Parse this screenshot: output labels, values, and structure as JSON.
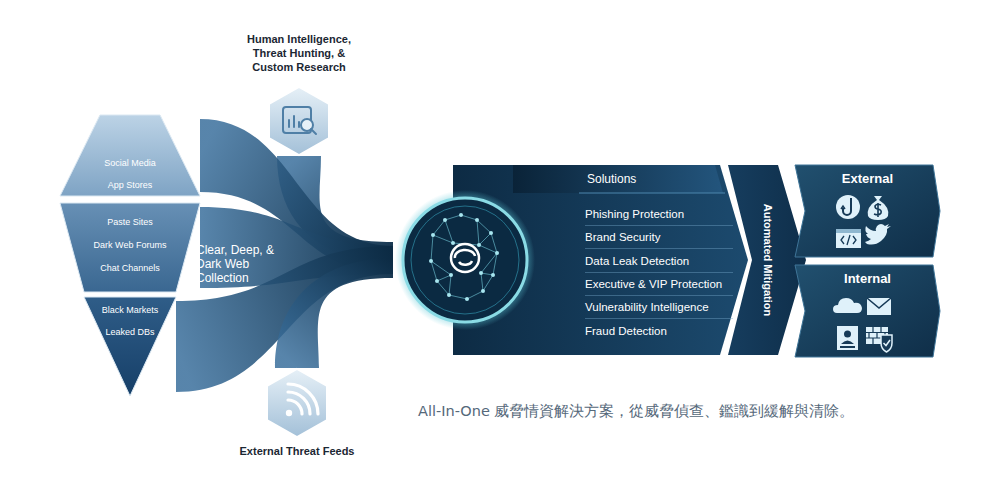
{
  "diagram": {
    "caption": "All-In-One 威脅情資解決方案，從威脅偵查、鑑識到緩解與清除。",
    "nodes": [
      {
        "text": [
          "Human Intelligence, Threat Hunting, & Custom Research"
        ]
      },
      {
        "text": [
          "Social Media",
          "App Stores"
        ]
      },
      {
        "text": [
          "Paste Sites",
          "Dark Web Forums",
          "Chat Channels"
        ]
      },
      {
        "text": [
          "Black Markets",
          "Leaked DBs"
        ]
      },
      {
        "text": [
          "External Threat Feeds"
        ]
      },
      {
        "text": [
          "Solutions"
        ]
      },
      {
        "text": [
          "Phishing Protection"
        ],
        "in": 5
      },
      {
        "text": [
          "Brand Security"
        ],
        "in": 5
      },
      {
        "text": [
          "Data Leak Detection"
        ],
        "in": 5
      },
      {
        "text": [
          "Executive & VIP Protection"
        ],
        "in": 5
      },
      {
        "text": [
          "Vulnerability Intelligence"
        ],
        "in": 5
      },
      {
        "text": [
          "Fraud Detection"
        ],
        "in": 5
      },
      {
        "text": [
          "Automated Mitigation"
        ]
      },
      {
        "text": [
          "External"
        ]
      },
      {
        "text": [
          "Internal"
        ]
      }
    ],
    "edges": [
      {
        "from": 0,
        "to": 5,
        "arrow": "none"
      },
      {
        "from": 1,
        "to": 5,
        "arrow": "none"
      },
      {
        "from": 2,
        "to": 5,
        "arrow": "none"
      },
      {
        "from": 3,
        "to": 5,
        "arrow": "none"
      },
      {
        "from": 4,
        "to": 5,
        "arrow": "none"
      }
    ],
    "labels": [
      "Clear, Deep, & Dark Web Collection"
    ]
  }
}
